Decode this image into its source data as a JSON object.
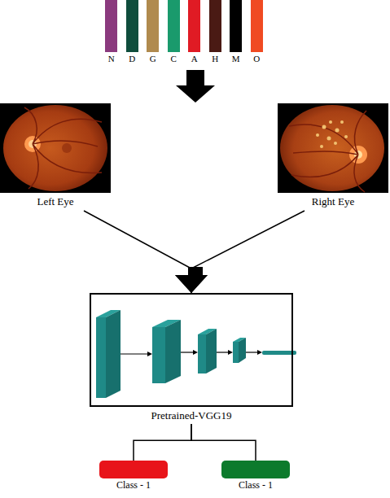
{
  "diagram": {
    "nodes": [
      {
        "text": [
          "Left Eye"
        ]
      },
      {
        "text": [
          "Right Eye"
        ]
      },
      {
        "text": [
          "Pretrained-VGG19"
        ]
      },
      {
        "text": [
          "Class - 1"
        ]
      },
      {
        "text": [
          "Class - 1"
        ]
      }
    ],
    "edges": [
      {
        "from": 0,
        "to": 2,
        "arrow": "to"
      },
      {
        "from": 1,
        "to": 2,
        "arrow": "to"
      },
      {
        "from": 2,
        "to": 3,
        "arrow": "none"
      },
      {
        "from": 2,
        "to": 4,
        "arrow": "none"
      }
    ],
    "legend": [
      {
        "text": "N",
        "color": "#8b3a7e"
      },
      {
        "text": "D",
        "color": "#0f4d3c"
      },
      {
        "text": "G",
        "color": "#b08a4e"
      },
      {
        "text": "C",
        "color": "#1a9a6c"
      },
      {
        "text": "A",
        "color": "#e01b24"
      },
      {
        "text": "H",
        "color": "#4a1a14"
      },
      {
        "text": "M",
        "color": "#000000"
      },
      {
        "text": "O",
        "color": "#f04a22"
      }
    ]
  }
}
